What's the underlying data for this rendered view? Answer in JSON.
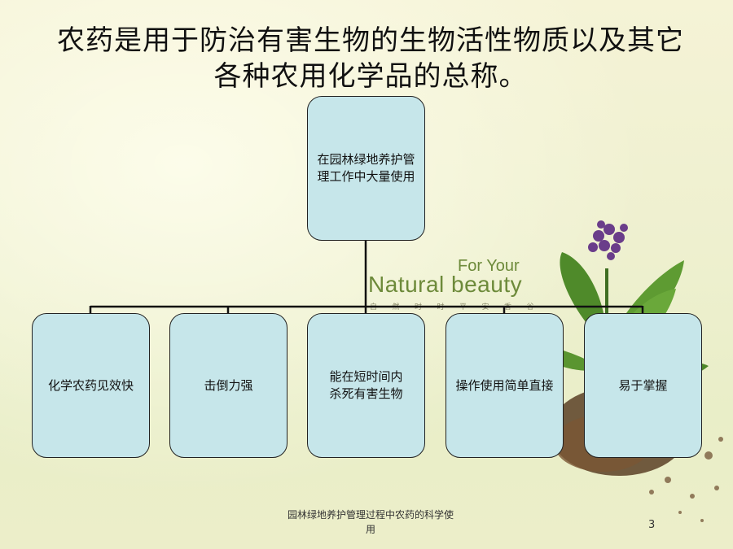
{
  "title": {
    "line1": "农药是用于防治有害生物的生物活性物质以及其它",
    "line2": "各种农用化学品的总称。"
  },
  "diagram": {
    "root": "在园林绿地养护管\n理工作中大量使用",
    "children": [
      "化学农药见效快",
      "击倒力强",
      "能在短时间内\n杀死有害生物",
      "操作使用简单直接",
      "易于掌握"
    ]
  },
  "background_brand": {
    "line1": "For Your",
    "line2": "Natural beauty",
    "line3": "自 然 时 时 平 安 香 谷"
  },
  "footer": {
    "text": "园林绿地养护管理过程中农药的科学使\n用",
    "page_number": "3"
  },
  "colors": {
    "node_fill": "#c6e6ea",
    "node_border": "#222222",
    "connector": "#111111",
    "background": "#f0f0d2"
  }
}
